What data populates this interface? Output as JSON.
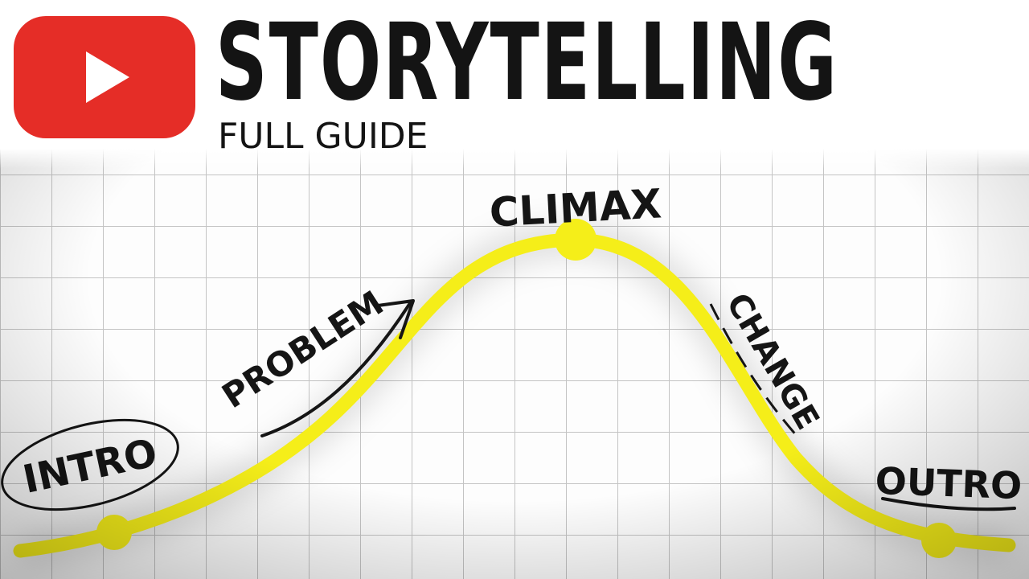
{
  "header": {
    "title": "STORYTELLING",
    "subtitle": "FULL GUIDE",
    "logo_icon": "youtube-play-icon"
  },
  "diagram": {
    "labels": {
      "intro": "INTRO",
      "problem": "PROBLEM",
      "climax": "CLIMAX",
      "change": "CHANGE",
      "outro": "OUTRO"
    },
    "colors": {
      "curve": "#f5ee19",
      "logo_red": "#e52d27",
      "ink": "#151515",
      "grid": "#c9c9c9"
    }
  }
}
